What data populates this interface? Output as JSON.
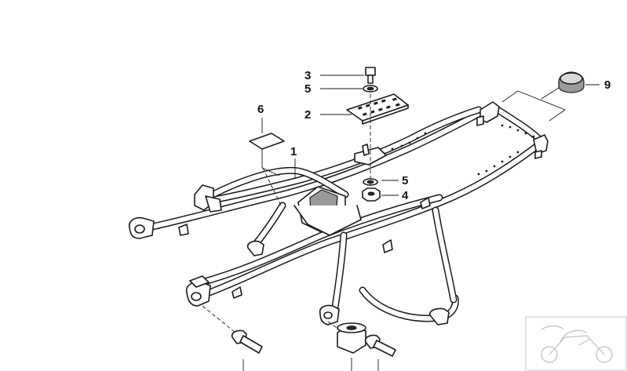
{
  "callouts": {
    "c1": "1",
    "c2": "2",
    "c3": "3",
    "c4": "4",
    "c5a": "5",
    "c5b": "5",
    "c6": "6",
    "c9": "9"
  },
  "colors": {
    "line": "#1a1a1a",
    "background": "#ffffff",
    "watermark": "#c0c0c0"
  }
}
